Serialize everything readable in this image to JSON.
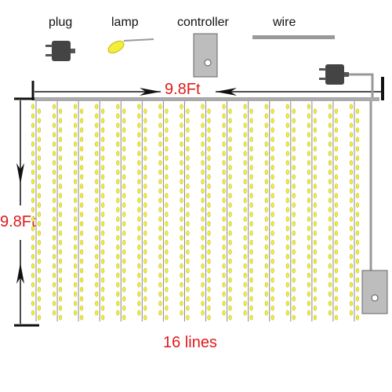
{
  "legend": {
    "items": [
      {
        "key": "plug",
        "label": "plug",
        "icon": "plug-icon"
      },
      {
        "key": "lamp",
        "label": "lamp",
        "icon": "lamp-icon"
      },
      {
        "key": "controller",
        "label": "controller",
        "icon": "controller-icon"
      },
      {
        "key": "wire",
        "label": "wire",
        "icon": "wire-icon"
      }
    ]
  },
  "dimensions": {
    "width_label": "9.8Ft",
    "height_label": "9.8Ft",
    "lines_label": "16 lines",
    "line_count": 16,
    "lamps_per_line": 23
  },
  "colors": {
    "dimension_text": "#e01b1b",
    "wire": "#999999",
    "lamp": "#f2ee3a",
    "plug": "#444444",
    "controller": "#bbbbbb"
  }
}
